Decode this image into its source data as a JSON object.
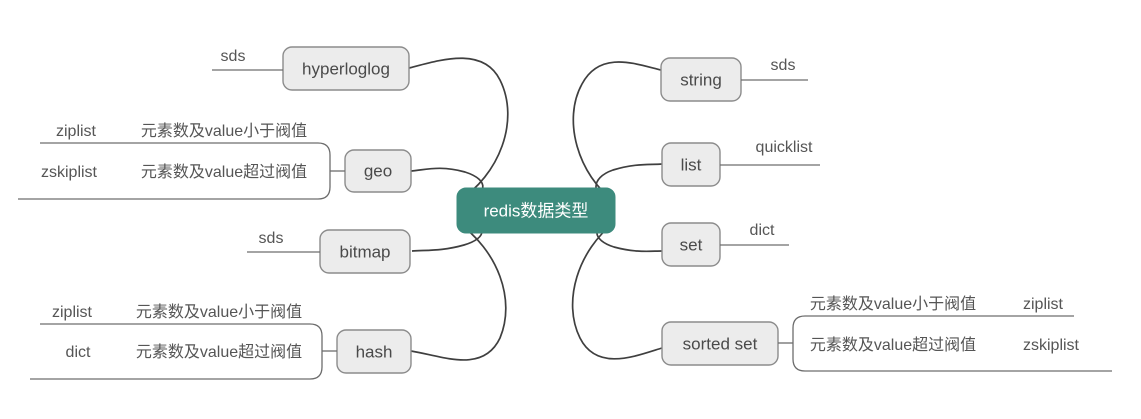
{
  "diagram": {
    "title": "redis数据类型",
    "type": "mindmap",
    "colors": {
      "root_fill": "#3d8b7d",
      "root_text": "#ffffff",
      "node_fill": "#ececec",
      "node_stroke": "#8c8c8c",
      "node_text": "#4a4a4a",
      "edge": "#3f3f3f",
      "leaf_text": "#555555",
      "background": "#ffffff"
    },
    "root": {
      "label": "redis数据类型"
    },
    "left_branches": [
      {
        "id": "hyperloglog",
        "label": "hyperloglog",
        "leaves": [
          {
            "label": "sds"
          }
        ]
      },
      {
        "id": "geo",
        "label": "geo",
        "leaves": [
          {
            "condition": "元素数及value小于阀值",
            "label": "ziplist"
          },
          {
            "condition": "元素数及value超过阀值",
            "label": "zskiplist"
          }
        ]
      },
      {
        "id": "bitmap",
        "label": "bitmap",
        "leaves": [
          {
            "label": "sds"
          }
        ]
      },
      {
        "id": "hash",
        "label": "hash",
        "leaves": [
          {
            "condition": "元素数及value小于阀值",
            "label": "ziplist"
          },
          {
            "condition": "元素数及value超过阀值",
            "label": "dict"
          }
        ]
      }
    ],
    "right_branches": [
      {
        "id": "string",
        "label": "string",
        "leaves": [
          {
            "label": "sds"
          }
        ]
      },
      {
        "id": "list",
        "label": "list",
        "leaves": [
          {
            "label": "quicklist"
          }
        ]
      },
      {
        "id": "set",
        "label": "set",
        "leaves": [
          {
            "label": "dict"
          }
        ]
      },
      {
        "id": "sorted-set",
        "label": "sorted set",
        "leaves": [
          {
            "condition": "元素数及value小于阀值",
            "label": "ziplist"
          },
          {
            "condition": "元素数及value超过阀值",
            "label": "zskiplist"
          }
        ]
      }
    ]
  }
}
